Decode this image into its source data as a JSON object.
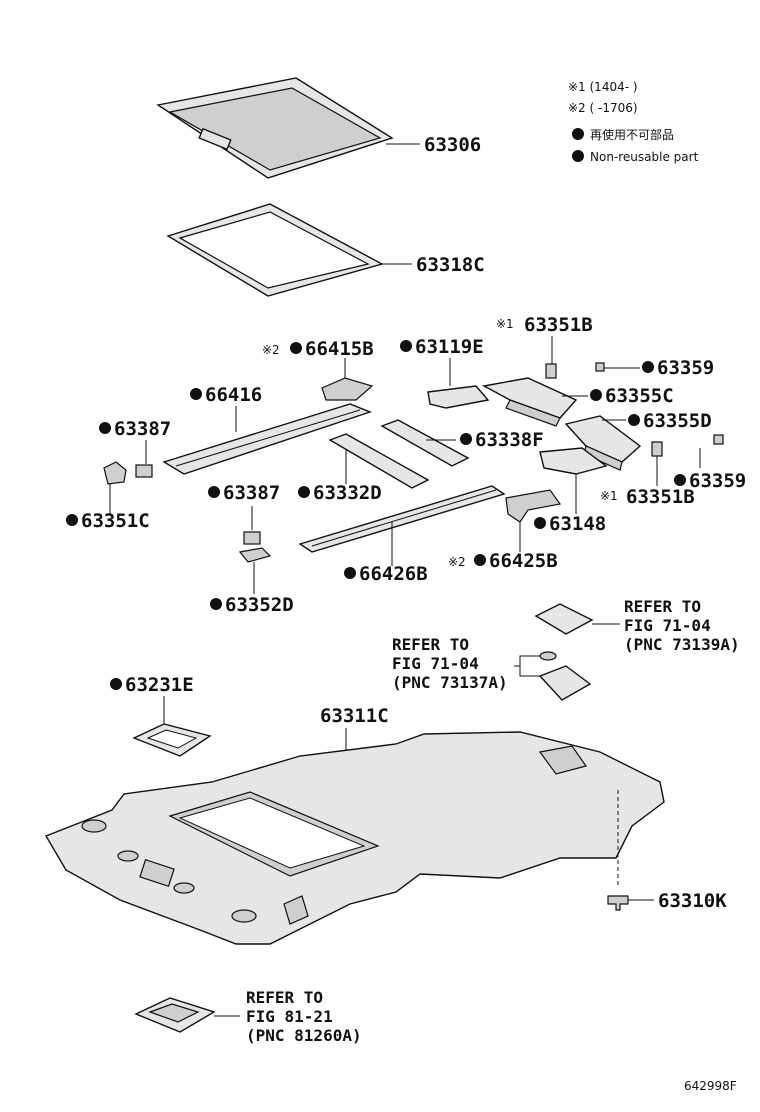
{
  "legend": {
    "note1": "※1 (1404-     )",
    "note2": "※2 (     -1706)",
    "nonreusable_jp": "再使用不可部品",
    "nonreusable_en": "Non-reusable part"
  },
  "callouts": {
    "p63306": "63306",
    "p63318C": "63318C",
    "p63351B_top": "63351B",
    "p66415B": "66415B",
    "p63119E": "63119E",
    "p63359_top": "63359",
    "p66416": "66416",
    "p63355C": "63355C",
    "p63355D": "63355D",
    "p63387_left": "63387",
    "p63338F": "63338F",
    "p63359_right": "63359",
    "p63351C": "63351C",
    "p63387_mid": "63387",
    "p63332D": "63332D",
    "p63351B_right": "63351B",
    "p63148": "63148",
    "p66425B": "66425B",
    "p66426B": "66426B",
    "p63352D": "63352D",
    "p63231E": "63231E",
    "p63311C": "63311C",
    "p63310K": "63310K"
  },
  "notes": {
    "n1": "※1",
    "n2": "※2"
  },
  "references": {
    "ref1": {
      "line1": "REFER TO",
      "line2": "FIG 71-04",
      "line3": "(PNC 73139A)"
    },
    "ref2": {
      "line1": "REFER TO",
      "line2": "FIG 71-04",
      "line3": "(PNC 73137A)"
    },
    "ref3": {
      "line1": "REFER TO",
      "line2": "FIG 81-21",
      "line3": "(PNC 81260A)"
    }
  },
  "figure_id": "642998F"
}
